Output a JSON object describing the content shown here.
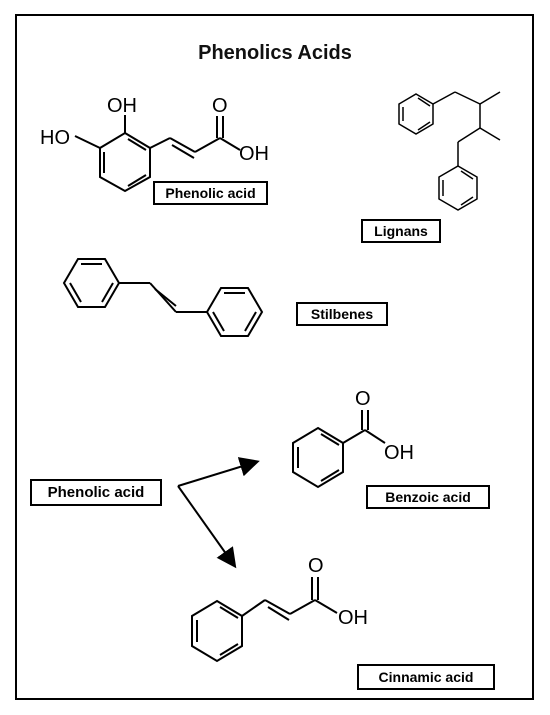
{
  "title": "Phenolics Acids",
  "labels": {
    "phenolic_acid_box": "Phenolic acid",
    "lignans": "Lignans",
    "stilbenes": "Stilbenes",
    "phenolic_acid_main": "Phenolic acid",
    "benzoic_acid": "Benzoic acid",
    "cinnamic_acid": "Cinnamic acid"
  },
  "atoms": {
    "oh": "OH",
    "ho": "HO",
    "o": "O"
  }
}
